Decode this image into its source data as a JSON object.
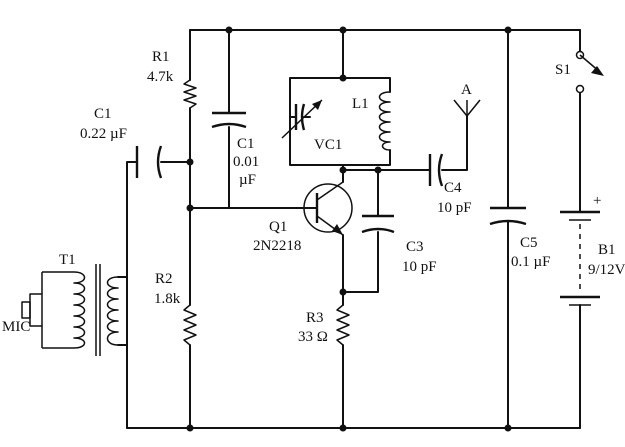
{
  "components": {
    "R1": {
      "ref": "R1",
      "value": "4.7k"
    },
    "R2": {
      "ref": "R2",
      "value": "1.8k"
    },
    "R3": {
      "ref": "R3",
      "value": "33 Ω"
    },
    "C1a": {
      "ref": "C1",
      "value": "0.22 µF"
    },
    "C1b": {
      "ref": "C1",
      "value_line1": "0.01",
      "value_line2": "µF"
    },
    "C3": {
      "ref": "C3",
      "value": "10 pF"
    },
    "C4": {
      "ref": "C4",
      "value": "10 pF"
    },
    "C5": {
      "ref": "C5",
      "value": "0.1 µF"
    },
    "VC1": {
      "ref": "VC1"
    },
    "L1": {
      "ref": "L1"
    },
    "Q1": {
      "ref": "Q1",
      "value": "2N2218"
    },
    "T1": {
      "ref": "T1"
    },
    "MIC": {
      "ref": "MIC"
    },
    "A": {
      "ref": "A"
    },
    "S1": {
      "ref": "S1"
    },
    "B1": {
      "ref": "B1",
      "value": "9/12V",
      "polarity": "+"
    }
  }
}
